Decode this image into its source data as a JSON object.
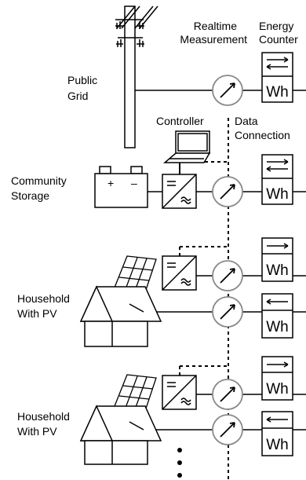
{
  "labels": {
    "realtime_1": "Realtime",
    "realtime_2": "Measurement",
    "energy_1": "Energy",
    "energy_2": "Counter",
    "public_grid_1": "Public",
    "public_grid_2": "Grid",
    "controller": "Controller",
    "data_1": "Data",
    "data_2": "Connection",
    "storage_1": "Community",
    "storage_2": "Storage",
    "household_a_1": "Household",
    "household_a_2": "With PV",
    "household_b_1": "Household",
    "household_b_2": "With PV"
  },
  "meter_unit": "Wh",
  "battery_plus": "+",
  "battery_minus": "–",
  "colors": {
    "line": "#000000",
    "meter_gray": "#8a8a8a",
    "panel_fill": "#ffffff"
  }
}
